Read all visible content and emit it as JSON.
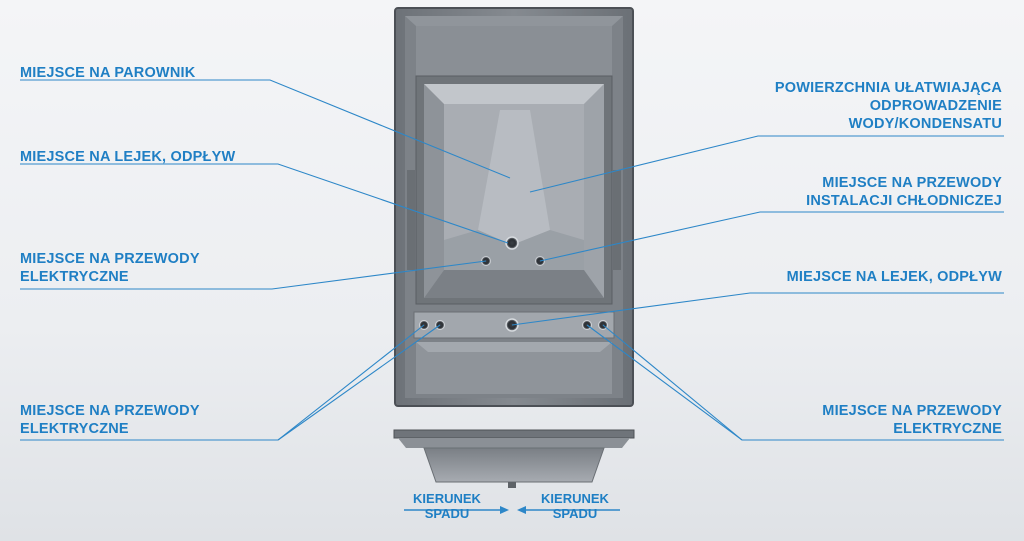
{
  "colors": {
    "label_blue": "#1f7fc4",
    "leader_line": "#2d87c8",
    "tray_dark": "#5f6368",
    "tray_mid": "#8a8f96",
    "tray_light": "#b9bdc3",
    "background": "#eceef1"
  },
  "labels": {
    "parownik": "MIEJSCE NA PAROWNIK",
    "lejek_left": "MIEJSCE NA LEJEK, ODPŁYW",
    "elektryczne_left_1": {
      "line1": "MIEJSCE NA PRZEWODY",
      "line2": "ELEKTRYCZNE"
    },
    "elektryczne_left_2": {
      "line1": "MIEJSCE NA PRZEWODY",
      "line2": "ELEKTRYCZNE"
    },
    "powierzchnia": {
      "line1": "POWIERZCHNIA UŁATWIAJĄCA",
      "line2": "ODPROWADZENIE",
      "line3": "WODY/KONDENSATU"
    },
    "chlodnicze": {
      "line1": "MIEJSCE NA PRZEWODY",
      "line2": "INSTALACJI CHŁODNICZEJ"
    },
    "lejek_right": "MIEJSCE NA LEJEK, ODPŁYW",
    "elektryczne_right": {
      "line1": "MIEJSCE NA PRZEWODY",
      "line2": "ELEKTRYCZNE"
    }
  },
  "direction": {
    "left": {
      "line1": "KIERUNEK",
      "line2": "SPADU"
    },
    "right": {
      "line1": "KIERUNEK",
      "line2": "SPADU"
    }
  }
}
